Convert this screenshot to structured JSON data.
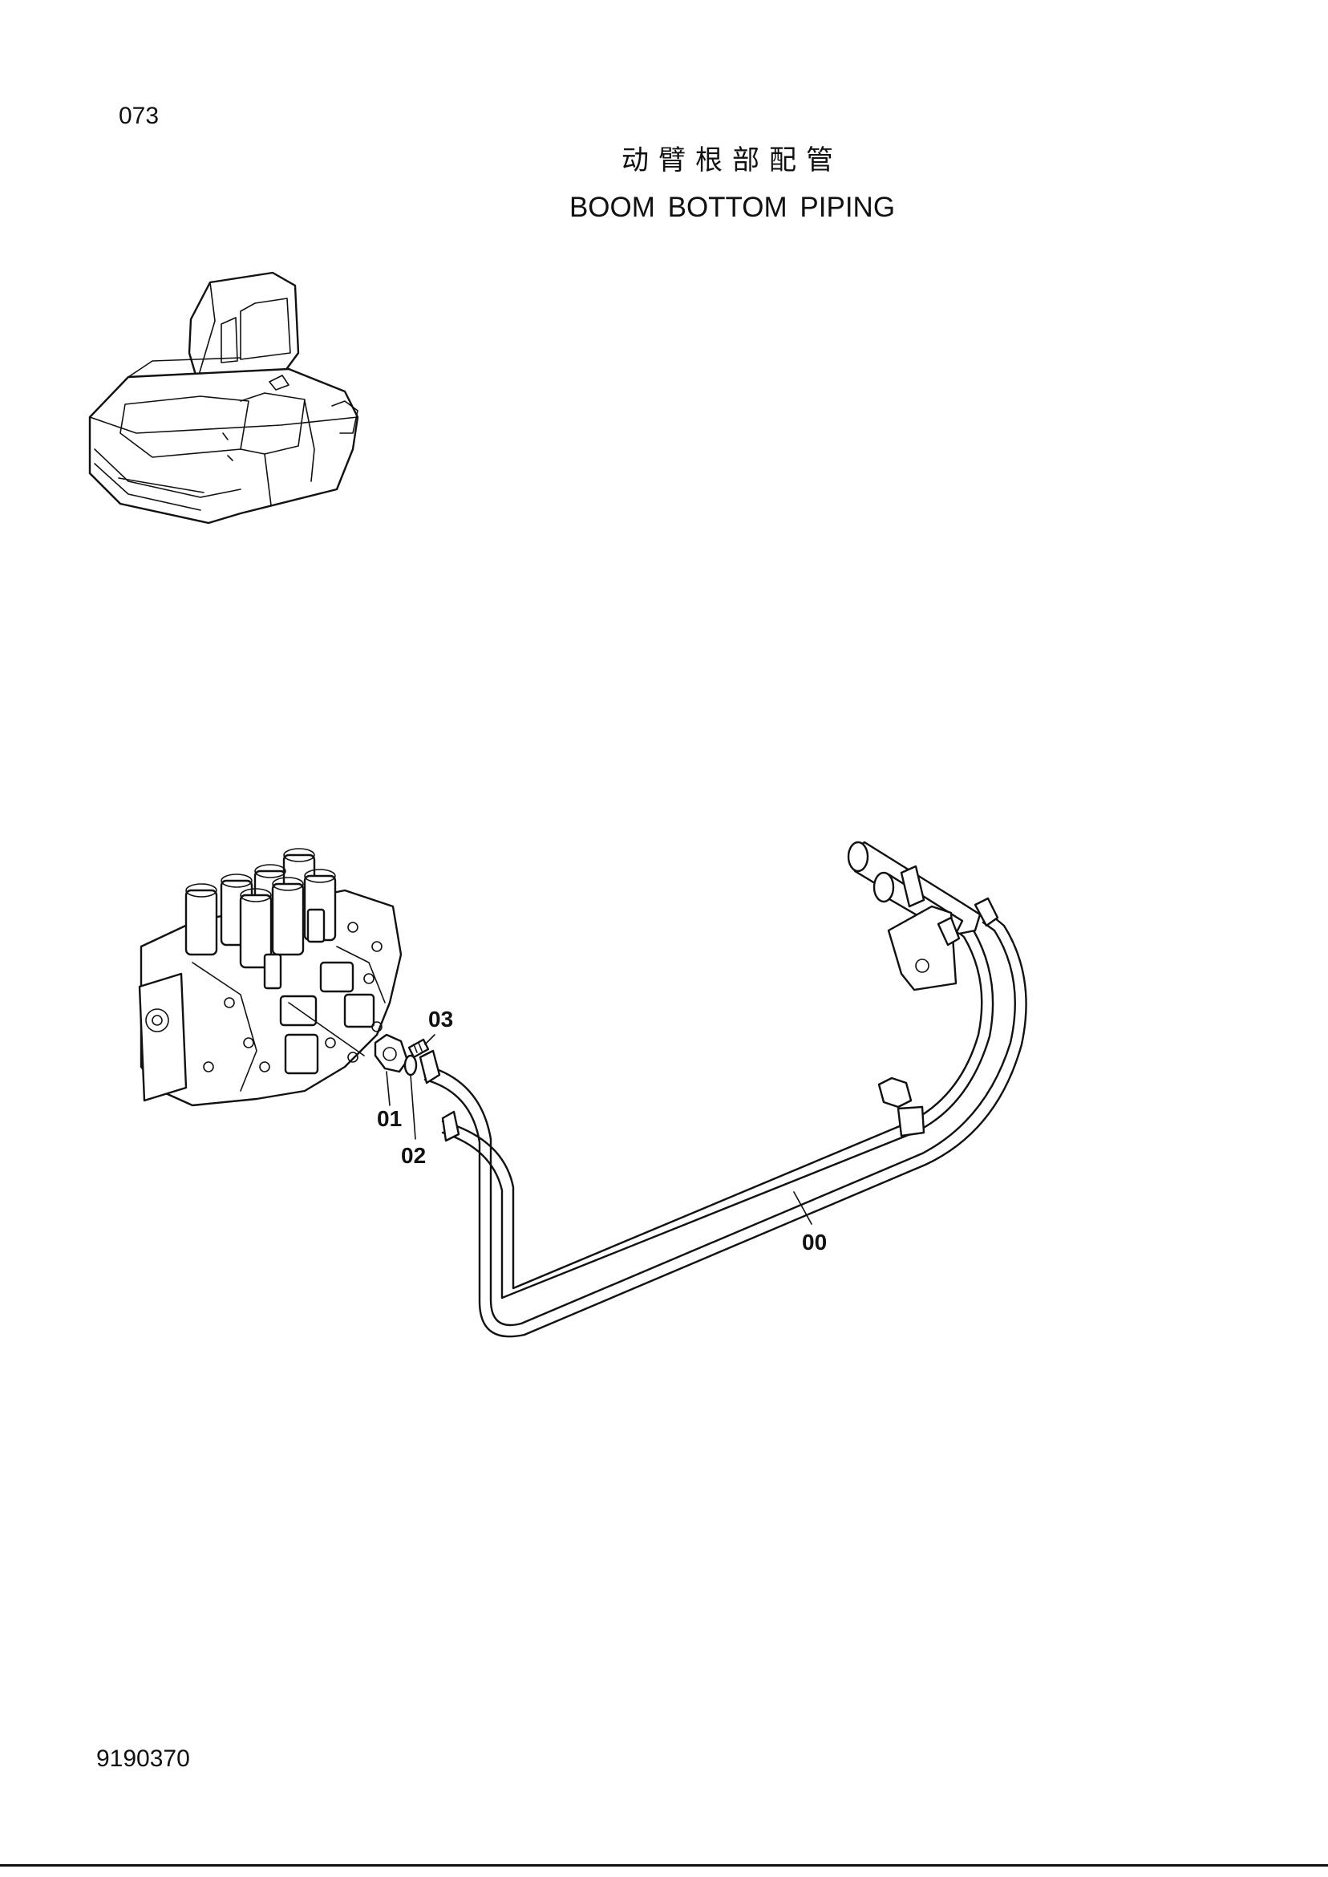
{
  "page": {
    "number": "073",
    "title_cn": "动臂根部配管",
    "title_en": "BOOM BOTTOM PIPING",
    "doc_code": "9190370"
  },
  "callouts": [
    {
      "id": "00",
      "label": "00"
    },
    {
      "id": "01",
      "label": "01"
    },
    {
      "id": "02",
      "label": "02"
    },
    {
      "id": "03",
      "label": "03"
    }
  ],
  "icons": {
    "machine": "excavator-locator-icon",
    "valve": "control-valve-icon",
    "pipe": "pipe-assembly-icon"
  }
}
